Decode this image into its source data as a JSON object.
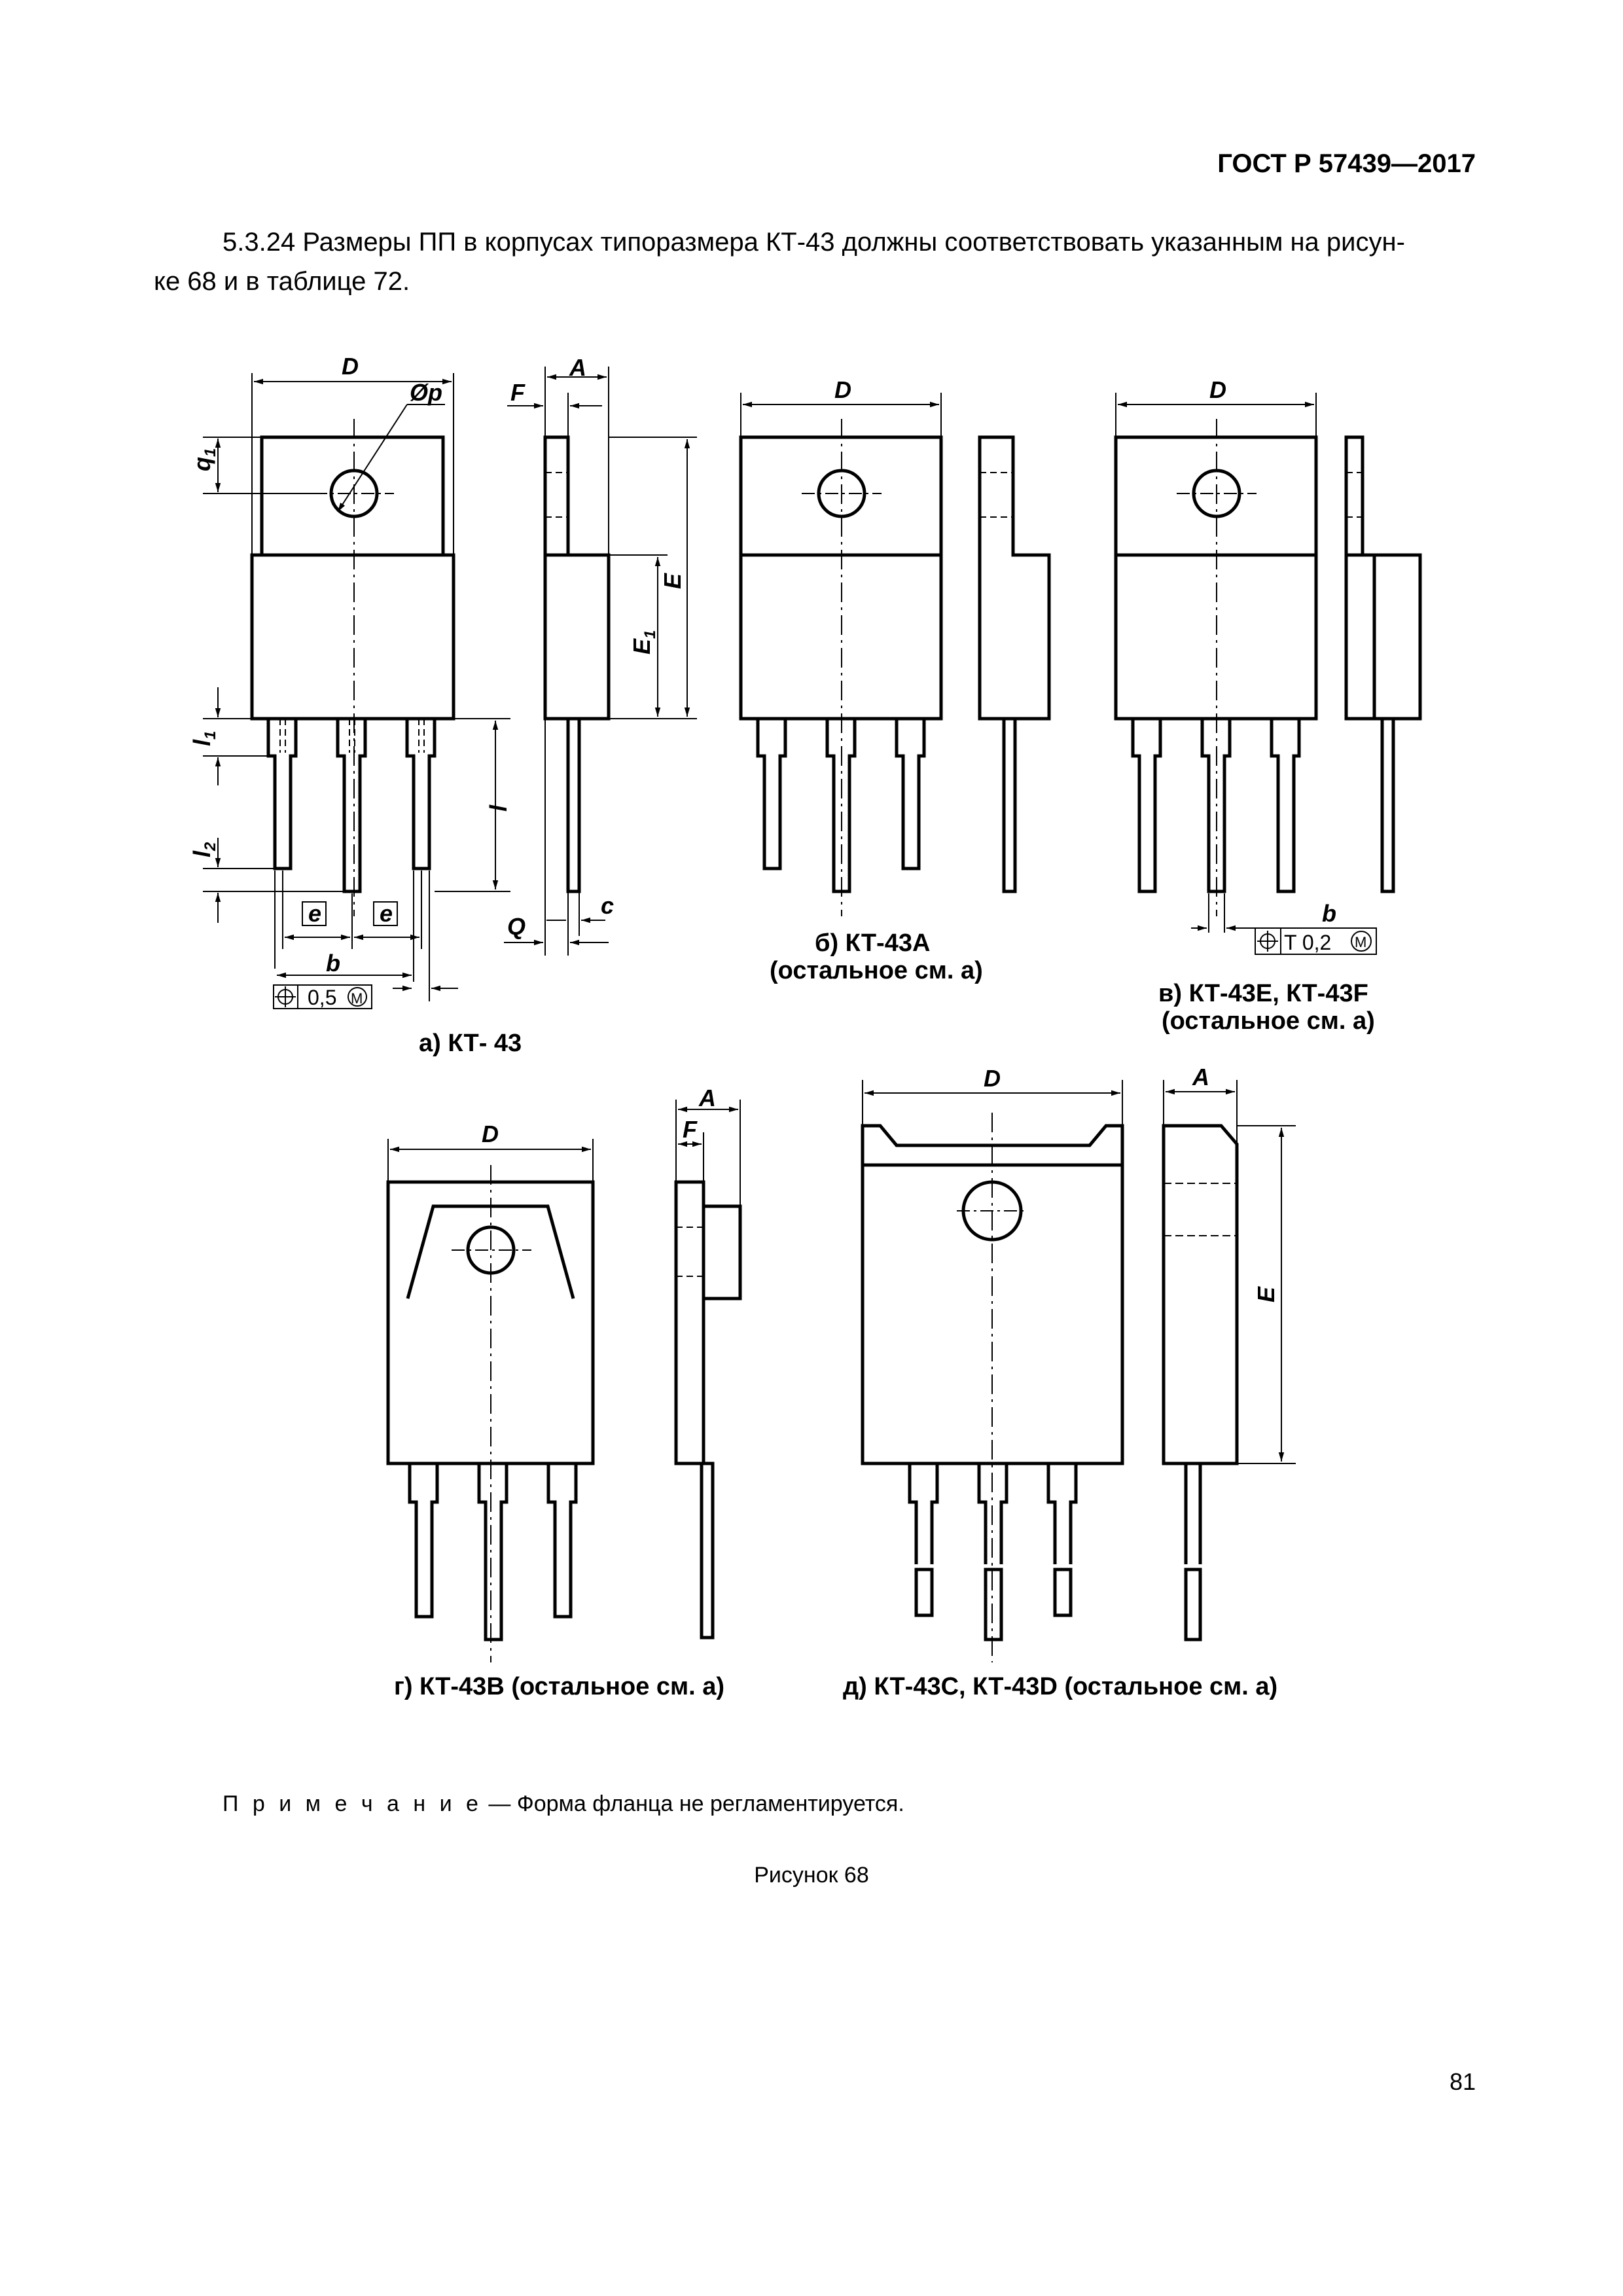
{
  "header": {
    "standard": "ГОСТ Р 57439—2017"
  },
  "paragraph": {
    "line1": "5.3.24 Размеры ПП в корпусах типоразмера КТ-43 должны соответствовать указанным на рисун-",
    "line2": "ке 68 и в таблице 72."
  },
  "figure": {
    "labels": {
      "D": "D",
      "A": "A",
      "F": "F",
      "E": "E",
      "E1": "E",
      "E1_sub": "1",
      "q1": "q",
      "q1_sub": "1",
      "p": "Øp",
      "l": "l",
      "l1": "l",
      "l1_sub": "1",
      "l2": "l",
      "l2_sub": "2",
      "e": "e",
      "b": "b",
      "c": "c",
      "Q": "Q"
    },
    "tolerances": {
      "a": "0,5",
      "v": "T 0,2",
      "m": "M"
    },
    "captions": {
      "a": "а) КТ- 43",
      "b_line1": "б) КТ-43А",
      "b_line2": "(остальное см. а)",
      "v_line1": "в) КТ-43Е, КТ-43F",
      "v_line2": "(остальное см. а)",
      "g": "г) КТ-43В (остальное см. а)",
      "d": "д) КТ-43С, КТ-43D (остальное см. а)"
    }
  },
  "note": {
    "label": "П р и м е ч а н и е",
    "text": " — Форма фланца не регламентируется."
  },
  "figure_caption": "Рисунок 68",
  "page_number": "81"
}
